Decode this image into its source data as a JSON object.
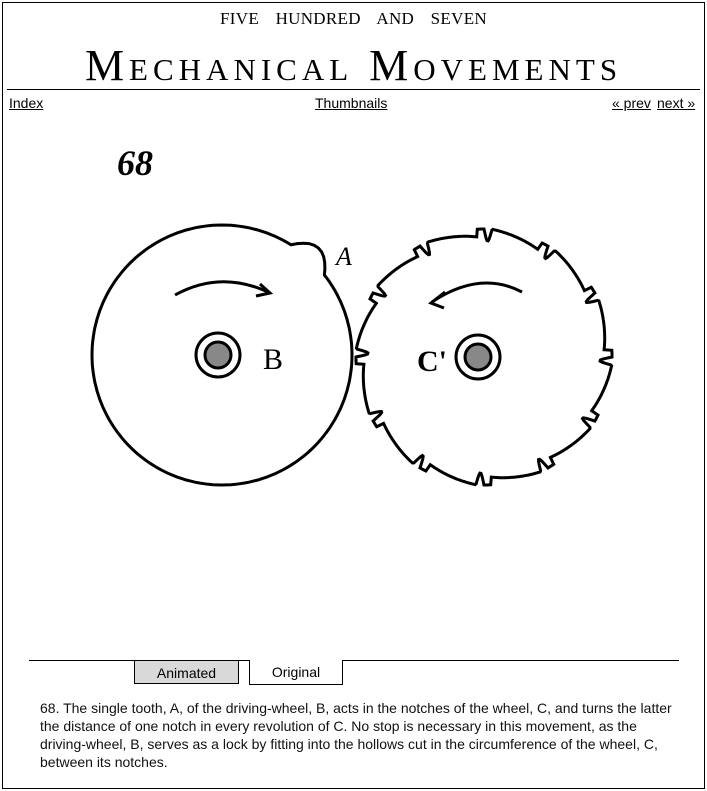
{
  "header": {
    "supertitle": "FIVE HUNDRED AND SEVEN",
    "title": "Mechanical Movements"
  },
  "nav": {
    "index": "Index",
    "thumbnails": "Thumbnails",
    "prev": "« prev",
    "next": "next »"
  },
  "figure": {
    "number": "68",
    "label_a": "A",
    "label_b": "B",
    "label_c": "C'"
  },
  "tabs": [
    {
      "label": "Animated",
      "active": false
    },
    {
      "label": "Original",
      "active": true
    }
  ],
  "description": "68. The single tooth, A, of the driving-wheel, B, acts in the notches of the wheel, C, and turns the latter the distance of one notch in every revolution of C. No stop is necessary in this movement, as the driving-wheel, B, serves as a lock by fitting into the hollows cut in the circumference of the wheel, C, between its notches."
}
